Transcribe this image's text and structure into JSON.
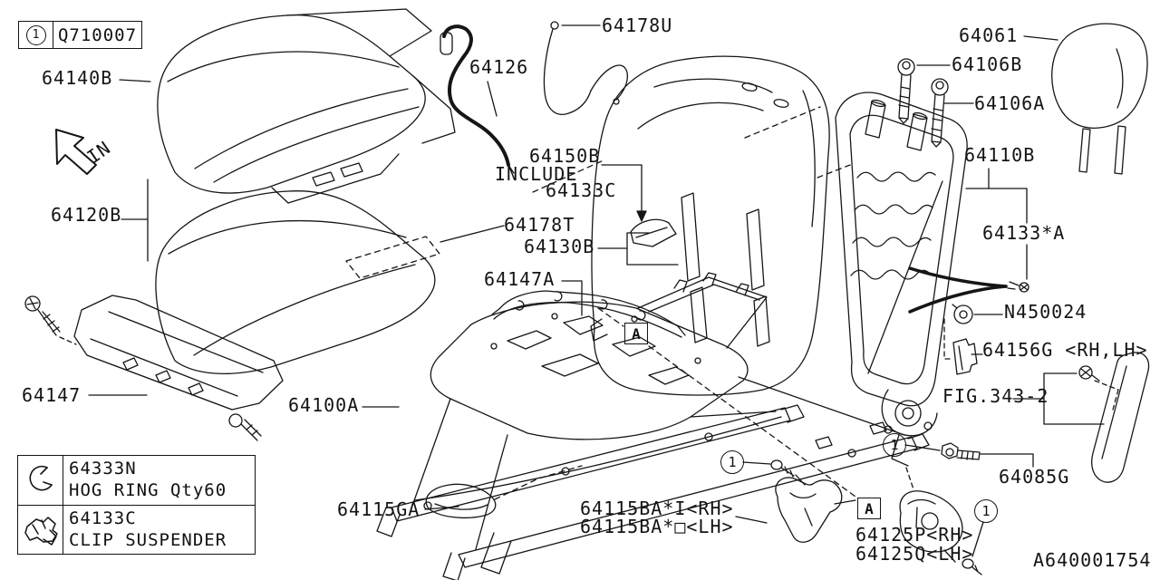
{
  "title_block": {
    "marker": "1",
    "part_no": "Q710007"
  },
  "direction_label": "IN",
  "footer_code": "A640001754",
  "labels": {
    "cushion_cover": "64140B",
    "cushion_pad": "64120B",
    "rail_cover": "64147",
    "seat_wire": "64126",
    "harness_upper": "64178U",
    "lumbar_1": "64150B",
    "lumbar_2": "INCLUDE",
    "lumbar_3": "64133C",
    "harness_t": "64178T",
    "back_cover": "64130B",
    "pan_wire": "64147A",
    "frame_assembly": "64100A",
    "headrest": "64061",
    "guide_b": "64106B",
    "guide_a": "64106A",
    "back_frame": "64110B",
    "wire_a": "64133*A",
    "nut": "N450024",
    "clip_g": "64156G <RH,LH>",
    "fig_ref": "FIG.343-2",
    "inner_cover": "64115GA",
    "bracket_rh": "64115BA*I<RH>",
    "bracket_lh": "64115BA*□<LH>",
    "recliner_rh": "64125P<RH>",
    "recliner_lh": "64125Q<LH>",
    "pivot_bolt": "64085G"
  },
  "markers": {
    "section": "A",
    "fastener": "1"
  },
  "legend": {
    "rows": [
      {
        "part_no": "64333N",
        "description": "HOG RING Qty60",
        "icon": "hog-ring-icon"
      },
      {
        "part_no": "64133C",
        "description": "CLIP SUSPENDER",
        "icon": "suspender-clip-icon"
      }
    ]
  }
}
